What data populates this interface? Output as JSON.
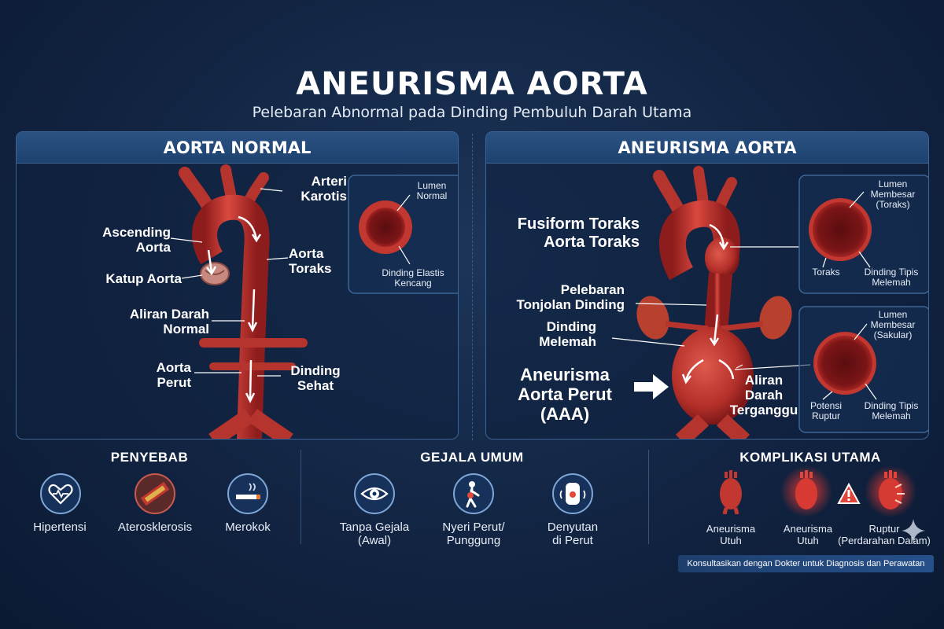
{
  "header": {
    "title": "ANEURISMA AORTA",
    "subtitle": "Pelebaran Abnormal pada Dinding Pembuluh Darah Utama"
  },
  "normal_panel": {
    "title": "AORTA NORMAL",
    "labels": {
      "arteri_karotis": "Arteri\nKarotis",
      "ascending_aorta": "Ascending\nAorta",
      "katup_aorta": "Katup Aorta",
      "aorta_toraks": "Aorta\nToraks",
      "aliran_darah_normal": "Aliran Darah\nNormal",
      "aorta_perut": "Aorta\nPerut",
      "dinding_sehat": "Dinding\nSehat"
    },
    "cross_section": {
      "lumen": "Lumen\nNormal",
      "wall": "Dinding Elastis\nKencang"
    }
  },
  "aneurysm_panel": {
    "title": "ANEURISMA AORTA",
    "labels": {
      "fusiform": "Fusiform Toraks\nAorta Toraks",
      "pelebaran": "Pelebaran\nTonjolan Dinding",
      "dinding_melemah": "Dinding\nMelemah",
      "aaa": "Aneurisma\nAorta Perut\n(AAA)",
      "aliran_terganggu": "Aliran\nDarah\nTerganggu"
    },
    "cross_section_toraks": {
      "lumen": "Lumen\nMembesar\n(Toraks)",
      "label": "Toraks",
      "wall": "Dinding Tipis\nMelemah"
    },
    "cross_section_sakular": {
      "lumen": "Lumen\nMembesar\n(Sakular)",
      "label": "Potensi\nRuptur",
      "wall": "Dinding Tipis\nMelemah"
    }
  },
  "causes": {
    "title": "PENYEBAB",
    "items": [
      {
        "label": "Hipertensi",
        "icon": "heart-stethoscope-icon"
      },
      {
        "label": "Aterosklerosis",
        "icon": "artery-plaque-icon"
      },
      {
        "label": "Merokok",
        "icon": "cigarette-icon"
      }
    ]
  },
  "symptoms": {
    "title": "GEJALA UMUM",
    "items": [
      {
        "label": "Tanpa Gejala\n(Awal)",
        "icon": "eye-icon"
      },
      {
        "label": "Nyeri Perut/\nPunggung",
        "icon": "back-pain-icon"
      },
      {
        "label": "Denyutan\ndi Perut",
        "icon": "abdomen-pulse-icon"
      }
    ]
  },
  "complications": {
    "title": "KOMPLIKASI UTAMA",
    "items": [
      {
        "label": "Aneurisma\nUtuh",
        "icon": "intact-aneurysm-icon"
      },
      {
        "label": "Aneurisma\nUtuh",
        "icon": "glowing-aneurysm-icon"
      },
      {
        "label": "Ruptur\n(Perdarahan Dalam)",
        "icon": "ruptured-aneurysm-icon"
      }
    ],
    "warning_icon": "warning-triangle-icon"
  },
  "footer": {
    "note": "Konsultasikan dengan Dokter untuk Diagnosis dan Perawatan"
  },
  "colors": {
    "background": "#122442",
    "panel_header": "#2a5282",
    "vessel_red": "#c63a32",
    "vessel_dark": "#8d1c1c"
  }
}
